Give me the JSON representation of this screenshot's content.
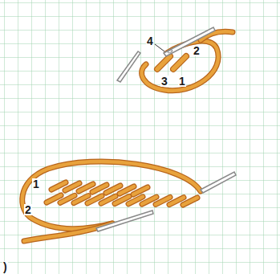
{
  "diagram": {
    "labels": [
      "4",
      "2",
      "3",
      "1",
      "1",
      "2",
      ")"
    ]
  }
}
